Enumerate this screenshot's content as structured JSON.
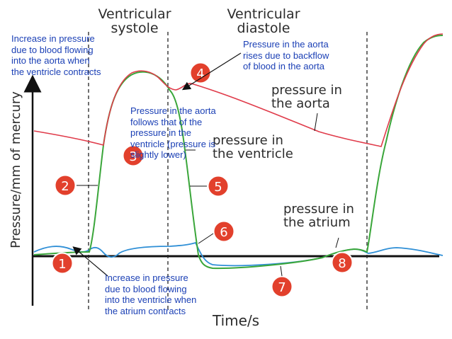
{
  "phases": {
    "systole": "Ventricular\nsystole",
    "diastole": "Ventricular\ndiastole"
  },
  "axes": {
    "ylabel": "Pressure/mm of mercury",
    "xlabel": "Time/s"
  },
  "curve_labels": {
    "aorta": "pressure in\nthe aorta",
    "ventricle": "pressure in\nthe ventricle",
    "atrium": "pressure in\nthe atrium"
  },
  "markers": [
    "1",
    "2",
    "3",
    "4",
    "5",
    "6",
    "7",
    "8"
  ],
  "annotations": {
    "ventricle_contracts": "Increase in pressure\ndue to blood flowing\ninto the aorta when\nthe ventricle contracts",
    "backflow": "Pressure in the aorta\nrises due to backflow\nof blood in the aorta",
    "aorta_follows": "Pressure in the aorta\nfollows that of the\npressure in the\nventricle (pressure is\nslightly lower)",
    "atrium_contracts": "Increase in pressure\ndue to blood flowing\ninto the ventricle when\nthe atrium contracts"
  },
  "colors": {
    "aorta_curve": "#e03b4a",
    "ventricle_curve": "#3aa63a",
    "atrium_curve": "#2f8fd6",
    "marker_fill": "#e2402c",
    "annotation_text": "#1a3fb5",
    "axis": "#111111"
  }
}
